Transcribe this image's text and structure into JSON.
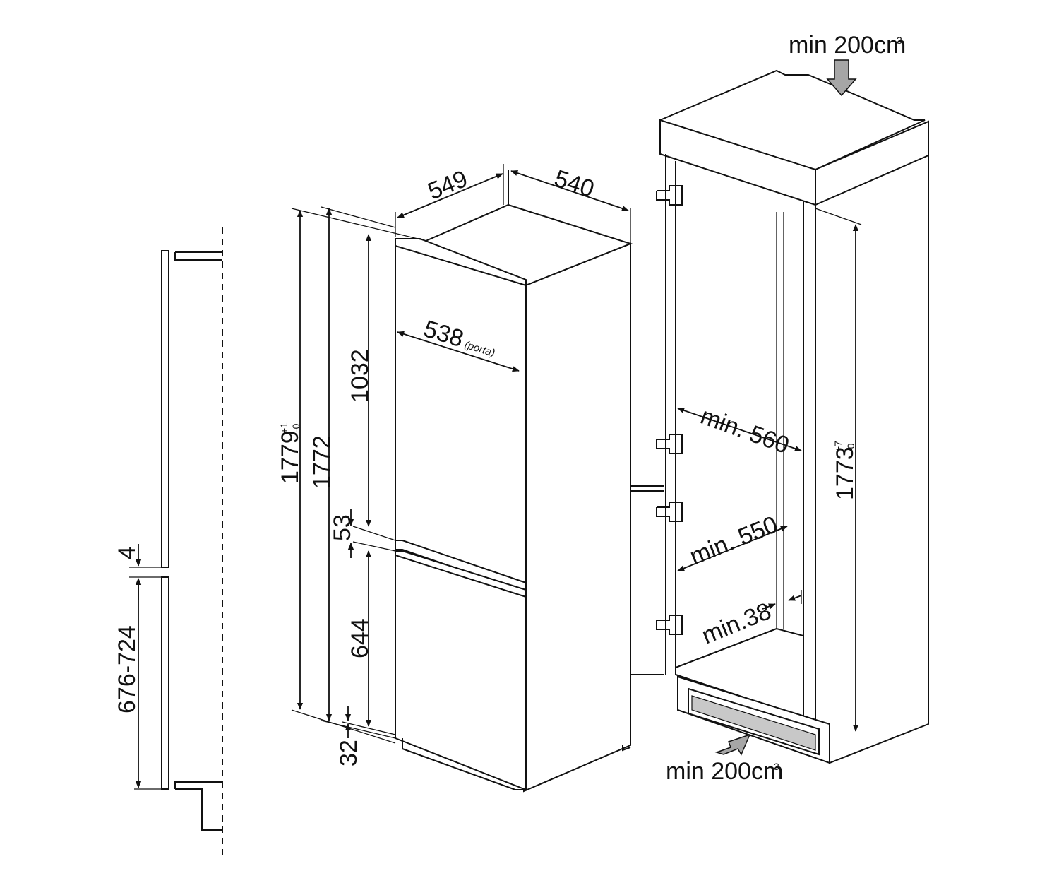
{
  "dims": {
    "depth_total": "549",
    "width_top": "540",
    "door_width": "538",
    "door_width_note": "(porta)",
    "fridge_door_h": "1032",
    "freezer_door_h": "644",
    "door_gap": "53",
    "bottom_offset": "32",
    "height_appliance": "1772",
    "height_niche": "1779",
    "height_niche_tol_plus": "+1",
    "height_niche_tol_minus": "-0",
    "panel_gap": "4",
    "panel_range": "676-724",
    "niche_height": "1773",
    "niche_tol_plus": "+7",
    "niche_tol_minus": "-0",
    "min_depth": "min. 560",
    "min_width": "min. 550",
    "min_side": "min.38",
    "vent_top": "min 200cm",
    "vent_top_sup": "3",
    "vent_bottom": "min 200cm",
    "vent_bottom_sup": "3"
  },
  "colors": {
    "line": "#111111",
    "arrow_fill": "#a6a6a6",
    "vent_fill": "#c8c8c8"
  }
}
